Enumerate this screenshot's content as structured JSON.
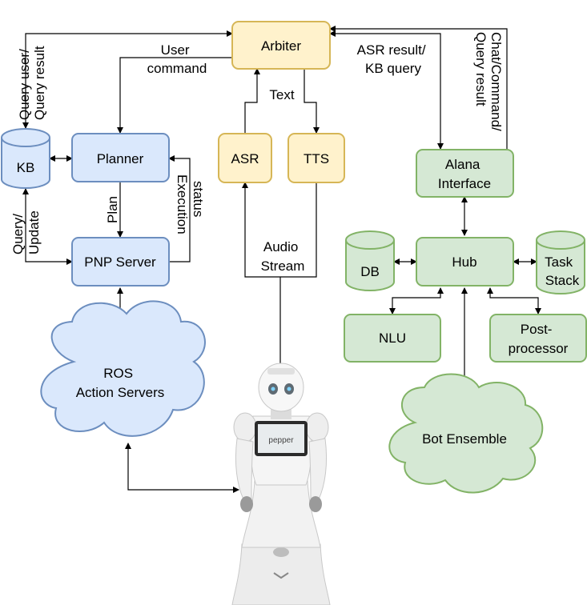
{
  "nodes": {
    "arbiter": "Arbiter",
    "planner": "Planner",
    "kb": "KB",
    "pnp": "PNP Server",
    "asr": "ASR",
    "tts": "TTS",
    "alana": [
      "Alana",
      "Interface"
    ],
    "hub": "Hub",
    "db": "DB",
    "task_stack": [
      "Task",
      "Stack"
    ],
    "nlu": "NLU",
    "post": [
      "Post-",
      "processor"
    ],
    "ros": [
      "ROS",
      "Action Servers"
    ],
    "bot": "Bot Ensemble",
    "robot_screen": "pepper"
  },
  "edges": {
    "query_user": [
      "Query user/",
      "Query result"
    ],
    "user_command": [
      "User",
      "command"
    ],
    "asr_result": [
      "ASR result/",
      "KB query"
    ],
    "chat_command": [
      "Chat/Command/",
      "Query result"
    ],
    "text": "Text",
    "plan": "Plan",
    "exec_status": [
      "Execution",
      "status"
    ],
    "query_update": [
      "Query/",
      "Update"
    ],
    "audio": [
      "Audio",
      "Stream"
    ]
  },
  "colors": {
    "blue_fill": "#dae8fc",
    "blue_stroke": "#6c8ebf",
    "yellow_fill": "#fff2cc",
    "yellow_stroke": "#d6b656",
    "green_fill": "#d5e8d4",
    "green_stroke": "#82b366"
  }
}
